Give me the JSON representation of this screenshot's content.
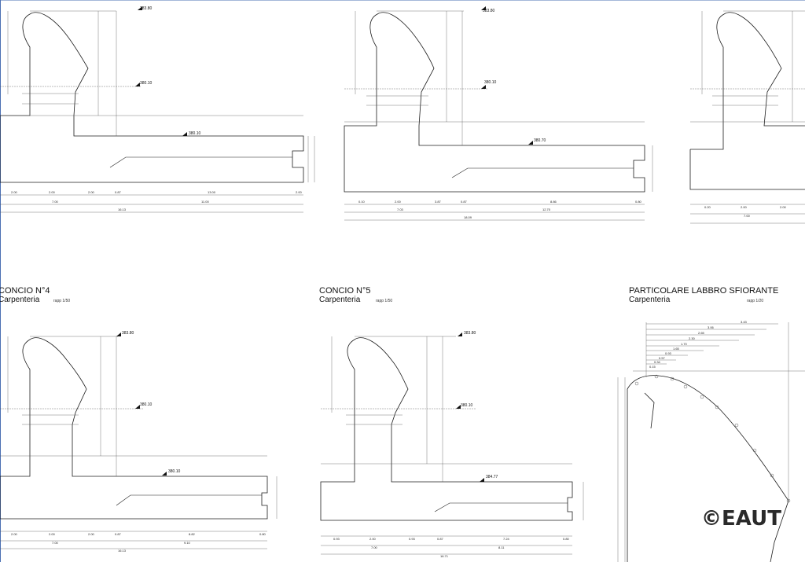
{
  "views": [
    {
      "id": "top-left",
      "elevations": [
        "383.80",
        "380.10",
        "380.10"
      ],
      "dims_bottom": [
        "2.00",
        "2.00",
        "2.00",
        "0.87",
        "13.00",
        "2.00"
      ],
      "dims_totals": [
        "7.00",
        "11.00",
        "16.13"
      ]
    },
    {
      "id": "top-center",
      "elevations": [
        "383.80",
        "380.10",
        "380.70"
      ],
      "dims_bottom": [
        "0.10",
        "2.00",
        "3.87",
        "0.87",
        "8.86",
        "0.80"
      ],
      "dims_totals": [
        "7.03",
        "12.70",
        "18.09"
      ]
    },
    {
      "id": "top-right",
      "elevations": [],
      "dims_bottom": [
        "0.20",
        "2.00",
        "2.00"
      ],
      "dims_totals": [
        "7.00"
      ]
    },
    {
      "id": "bottom-left",
      "title": "CONCIO N°4",
      "subtitle": "Carpenteria",
      "scale": "rapp 1/50",
      "elevations": [
        "383.80",
        "380.10",
        "380.10"
      ],
      "dims_bottom": [
        "2.00",
        "2.00",
        "2.00",
        "0.87",
        "8.82",
        "0.80"
      ],
      "dims_totals": [
        "7.00",
        "9.10",
        "16.13"
      ]
    },
    {
      "id": "bottom-center",
      "title": "CONCIO N°5",
      "subtitle": "Carpenteria",
      "scale": "rapp 1/50",
      "elevations": [
        "383.80",
        "380.10",
        "384.77"
      ],
      "dims_bottom": [
        "0.93",
        "2.00",
        "0.93",
        "0.87",
        "7.24",
        "0.80"
      ],
      "dims_totals": [
        "7.00",
        "8.11",
        "16.71"
      ]
    },
    {
      "id": "bottom-right",
      "title": "PARTICOLARE LABBRO SFIORANTE",
      "subtitle": "Carpenteria",
      "scale": "rapp 1/20",
      "dims_top": [
        "3.43",
        "3.06",
        "2.65",
        "2.30",
        "1.70",
        "1.65",
        "0.93",
        "0.57",
        "0.34",
        "0.15"
      ]
    }
  ],
  "watermark": "©EAUT",
  "colors": {
    "line": "#1c1c1c",
    "dim": "#555555",
    "frame": "#4a6fb3"
  }
}
